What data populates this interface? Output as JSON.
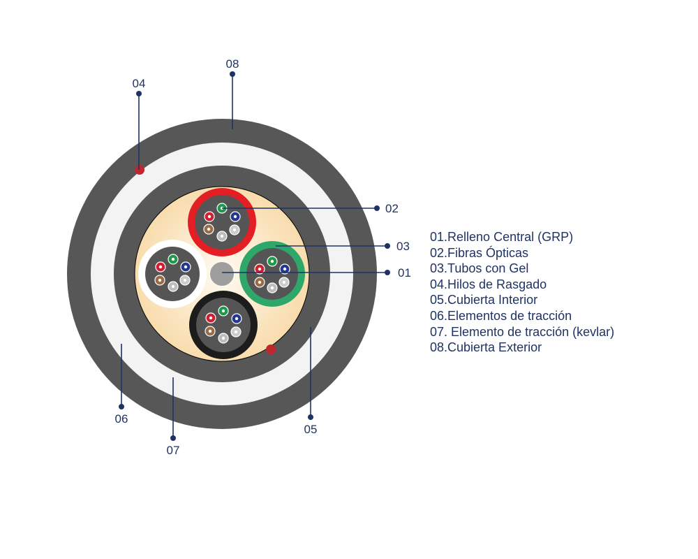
{
  "colors": {
    "outer_jacket": "#575757",
    "kevlar_ring": "#f3f3f3",
    "inner_jacket": "#575757",
    "gel_fill": "#fbe2b8",
    "label_navy": "#1f3264",
    "rip_cord": "#c0272d",
    "central_member": "#9e9e9e",
    "tube_core": "#555555"
  },
  "tubes": [
    {
      "name": "tube-red",
      "color": "#e31e24"
    },
    {
      "name": "tube-green",
      "color": "#2fa66a"
    },
    {
      "name": "tube-black",
      "color": "#1c1c1c"
    },
    {
      "name": "tube-white",
      "color": "#ffffff"
    }
  ],
  "fiber_colors": [
    "#1e9a4a",
    "#23398f",
    "#cccccc",
    "#bdbdbd",
    "#9b6b46",
    "#d01f2e"
  ],
  "callouts": {
    "c01": "01",
    "c02": "02",
    "c03": "03",
    "c04": "04",
    "c05": "05",
    "c06": "06",
    "c07": "07",
    "c08": "08"
  },
  "legend": [
    "01.Relleno Central (GRP)",
    "02.Fibras Ópticas",
    "03.Tubos con Gel",
    "04.Hilos de Rasgado",
    "05.Cubierta Interior",
    "06.Elementos de tracción",
    "07. Elemento de tracción (kevlar)",
    "08.Cubierta Exterior"
  ]
}
